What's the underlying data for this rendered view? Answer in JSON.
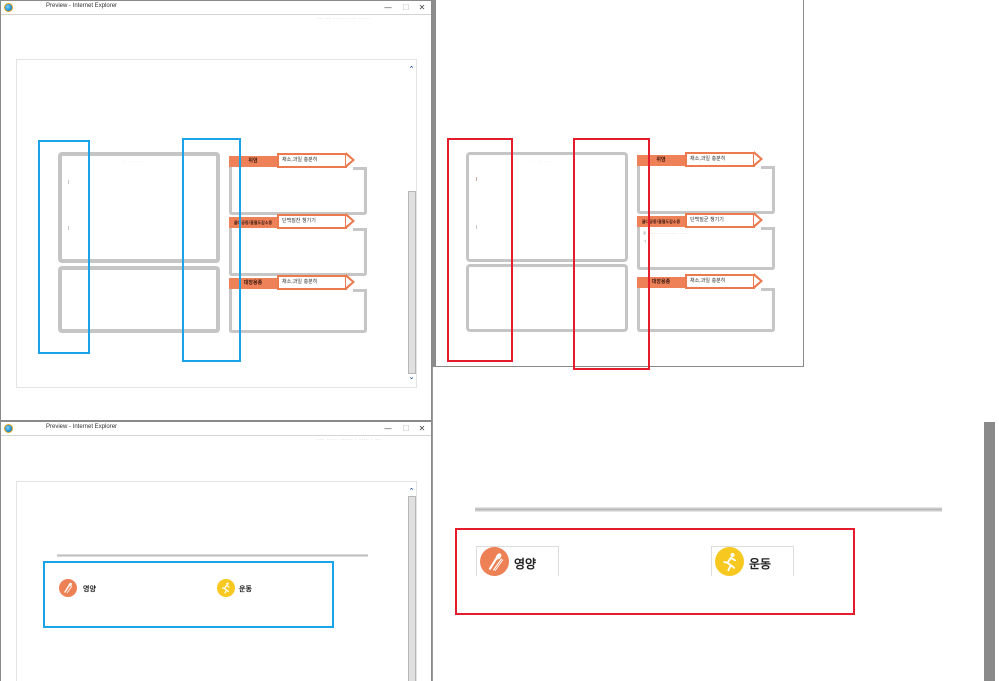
{
  "window_top": {
    "title": "Preview - Internet Explorer",
    "controls": {
      "minimize": "—",
      "maximize": "☐",
      "close": "✕"
    },
    "faint_links": "···· ···· ·  ····· ·····  ····· ·",
    "scroll_up": "⌃",
    "scroll_down": "⌄",
    "card_caption": "·· · ······",
    "items": [
      {
        "tag": "위염",
        "callout": "채소,과일 충분히"
      },
      {
        "tag": "골다공증/결절도감소증",
        "callout": "단백질찬 챙기기"
      },
      {
        "tag": "대장용종",
        "callout": "채소,과일 충분히"
      }
    ]
  },
  "window_right_top": {
    "card_caption": "·· ·· ·····",
    "items": [
      {
        "tag": "위염",
        "callout": "채소,과일 충분히"
      },
      {
        "tag": "골다공증/결절도감소증",
        "callout": "단백질균 챙기기",
        "body_line1": "골 ·· ···· ··· ··· ··· ····· ···· ··· ·······",
        "body_line2": "ㄱ"
      },
      {
        "tag": "대장용종",
        "callout": "채소,과일 충분히"
      }
    ]
  },
  "window_bottom": {
    "title": "Preview - Internet Explorer",
    "controls": {
      "minimize": "—",
      "maximize": "☐",
      "close": "✕"
    },
    "faint_links": "····· ····· · ······· · ······ ·  ····",
    "scroll_up": "⌃",
    "categories": [
      {
        "label": "영양",
        "icon": "utensils-icon",
        "color": "#ee8055"
      },
      {
        "label": "운동",
        "icon": "runner-icon",
        "color": "#f7c820"
      }
    ]
  },
  "panel_bottom_right": {
    "categories": [
      {
        "label": "영양",
        "icon": "utensils-icon",
        "color": "#ee8055"
      },
      {
        "label": "운동",
        "icon": "runner-icon",
        "color": "#f7c820"
      }
    ]
  },
  "colors": {
    "annotation_blue": "#1aa3e8",
    "annotation_red": "#e41c2b",
    "tag_orange": "#ef8159",
    "card_gray": "#c4c5c4"
  }
}
